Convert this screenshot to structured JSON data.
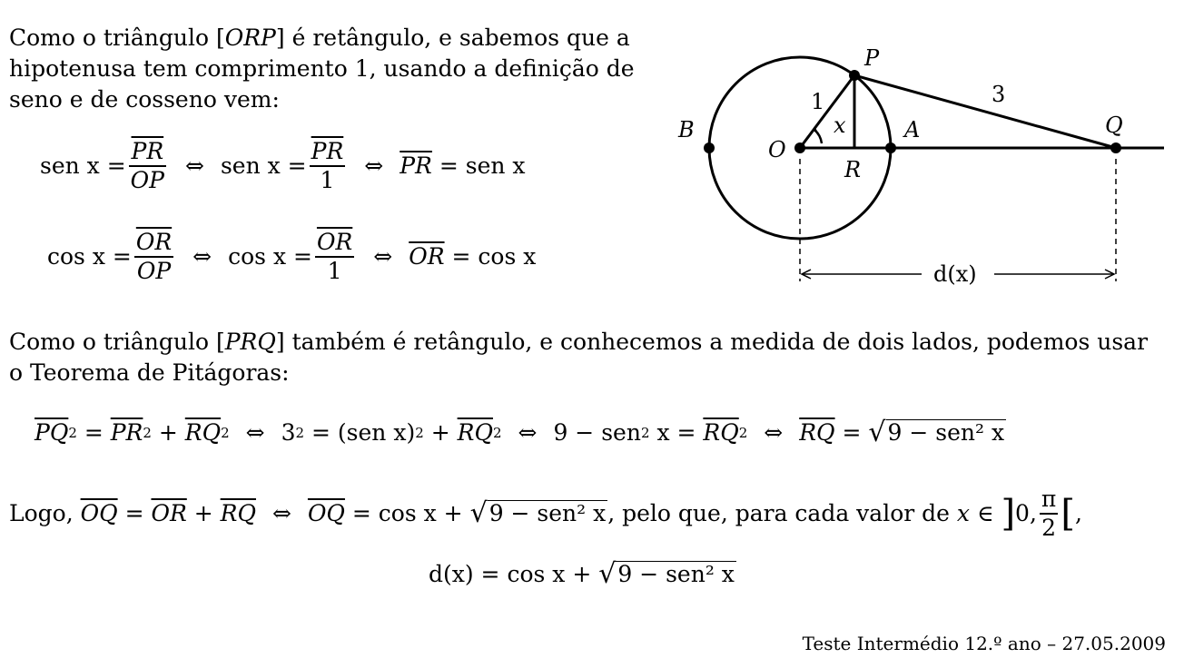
{
  "intro": "Como o triângulo [ORP] é retângulo, e sabemos que a hipotenusa tem comprimento 1, usando a definição de seno e de cosseno vem:",
  "intro_l1a": "Como o triângulo [",
  "intro_l1b": "ORP",
  "intro_l1c": "] é retângulo, e sabemos que a",
  "intro_l2": "hipotenusa tem comprimento 1, usando a definição de",
  "intro_l3": "seno e de cosseno vem:",
  "eq_sen": {
    "lhs": "sen x =",
    "num1": "PR",
    "den1": "OP",
    "iff": "⇔",
    "mid": "sen x =",
    "num2": "PR",
    "den2": "1",
    "rhs_a": "PR",
    "rhs_b": "= sen x"
  },
  "eq_cos": {
    "lhs": "cos x =",
    "num1": "OR",
    "den1": "OP",
    "iff": "⇔",
    "mid": "cos x =",
    "num2": "OR",
    "den2": "1",
    "rhs_a": "OR",
    "rhs_b": "= cos x"
  },
  "para2_l1a": "Como o triângulo [",
  "para2_l1b": "PRQ",
  "para2_l1c": "] também é retângulo, e conhecemos a medida de dois lados, podemos usar",
  "para2_l2": "o Teorema de Pitágoras:",
  "pyth": {
    "t1": "PQ",
    "eq1": "=",
    "t2": "PR",
    "plus": "+",
    "t3": "RQ",
    "iff": "⇔",
    "s2a": "3",
    "s2b": "= (sen x)",
    "s2c": "+",
    "t4": "RQ",
    "s3a": "9 − sen",
    "s3b": "x =",
    "t5": "RQ",
    "t6": "RQ",
    "s4": "=",
    "rad": "9 − sen² x",
    "two": "2"
  },
  "logo": {
    "a": "Logo,",
    "t1": "OQ",
    "eq": "=",
    "t2": "OR",
    "plus": "+",
    "t3": "RQ",
    "iff": "⇔",
    "t4": "OQ",
    "b": "= cos x +",
    "rad": "9 − sen² x",
    "c": ", pelo que, para cada valor de",
    "x": "x ∈",
    "lb": "]",
    "zero": "0,",
    "pi": "π",
    "two": "2",
    "rb": "[",
    "comma": ","
  },
  "final": {
    "lhs": "d(x) = cos x +",
    "rad": "9 − sen² x"
  },
  "footer": "Teste Intermédio 12.º ano – 27.05.2009",
  "figure": {
    "labels": {
      "P": "P",
      "B": "B",
      "O": "O",
      "A": "A",
      "Q": "Q",
      "R": "R",
      "one": "1",
      "three": "3",
      "x": "x",
      "d": "d(x)"
    }
  }
}
